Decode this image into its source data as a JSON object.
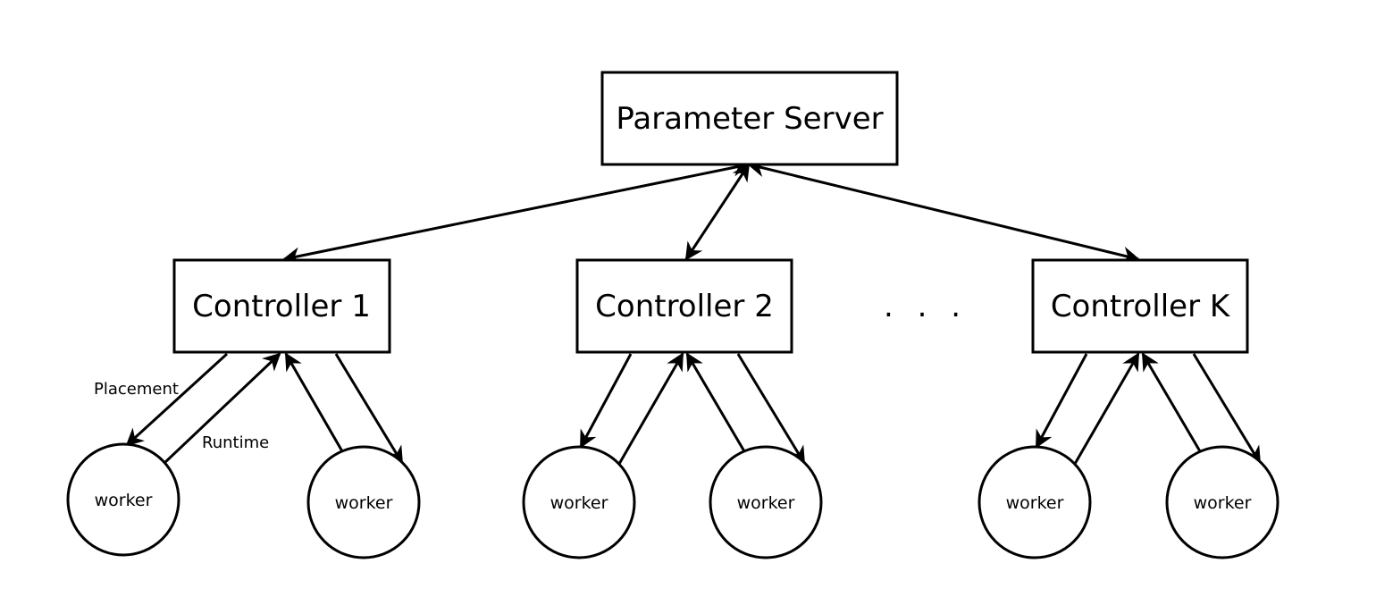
{
  "server": {
    "label": "Parameter Server"
  },
  "controllers": [
    {
      "label": "Controller 1"
    },
    {
      "label": "Controller 2"
    },
    {
      "label": "Controller K"
    }
  ],
  "ellipsis": ". . .",
  "worker_label": "worker",
  "edge_labels": {
    "placement": "Placement",
    "runtime": "Runtime"
  },
  "colors": {
    "stroke": "#000000",
    "background": "#ffffff"
  }
}
